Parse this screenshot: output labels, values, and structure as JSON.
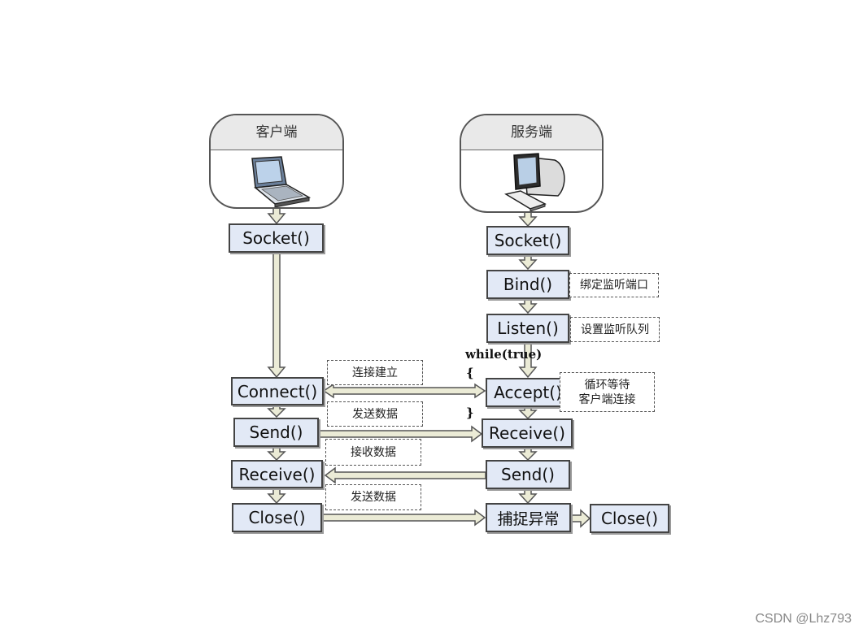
{
  "client": {
    "title": "客户端",
    "icon": "laptop-icon",
    "steps": {
      "socket": "Socket()",
      "connect": "Connect()",
      "send": "Send()",
      "receive": "Receive()",
      "close": "Close()"
    }
  },
  "server": {
    "title": "服务端",
    "icon": "desktop-computer-icon",
    "steps": {
      "socket": "Socket()",
      "bind": "Bind()",
      "listen": "Listen()",
      "accept": "Accept()",
      "receive": "Receive()",
      "send": "Send()",
      "exception": "捕捉异常",
      "close": "Close()"
    },
    "notes": {
      "bind": "绑定监听端口",
      "listen": "设置监听队列",
      "accept_line1": "循环等待",
      "accept_line2": "客户端连接"
    },
    "loop": {
      "keyword": "while(true)",
      "open": "{",
      "close": "}"
    }
  },
  "messages": {
    "connect": "连接建立",
    "send": "发送数据",
    "receive": "接收数据",
    "close": "发送数据"
  },
  "watermark": "CSDN @Lhz793",
  "colors": {
    "box_fill": "#e2e9f6",
    "arrow_fill": "#ebebd6",
    "header_cap": "#e9e9e9"
  }
}
